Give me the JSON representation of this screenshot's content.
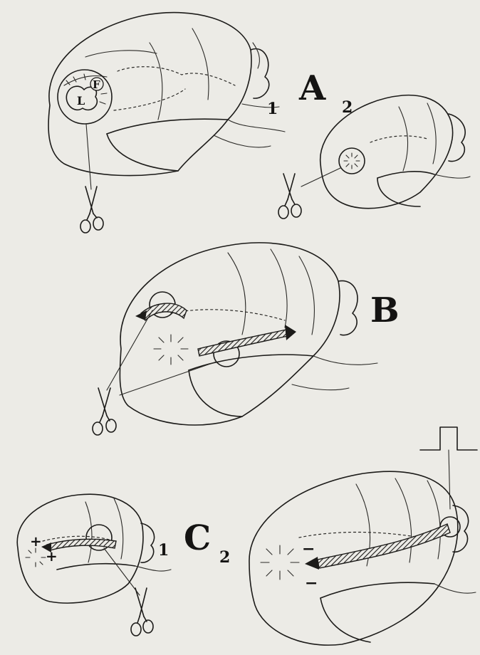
{
  "panels": [
    {
      "id": "A",
      "label": "A",
      "sub_labels": [
        "1",
        "2"
      ],
      "markers": [
        "L",
        "F"
      ]
    },
    {
      "id": "B",
      "label": "B"
    },
    {
      "id": "C",
      "label": "C",
      "sub_labels": [
        "1",
        "2"
      ]
    }
  ],
  "signs": {
    "plus": "+",
    "minus": "−"
  }
}
